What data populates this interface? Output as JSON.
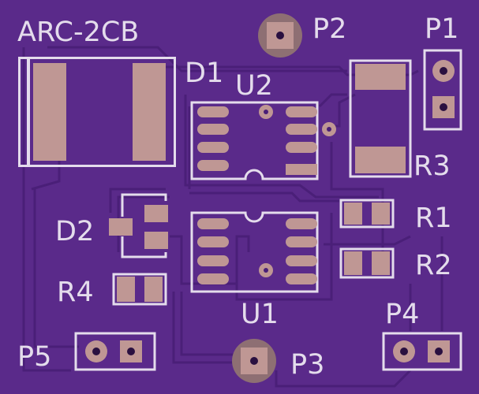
{
  "board": {
    "name": "ARC-2CB",
    "colors": {
      "board": "#5a2a8a",
      "trace": "#4a1f78",
      "pad": "#bf9794",
      "pad_dark": "#8e6f73",
      "silk": "#e4dcec",
      "hole": "#2a1040"
    }
  },
  "designators": {
    "P1": "P1",
    "P2": "P2",
    "P3": "P3",
    "P4": "P4",
    "P5": "P5",
    "D1": "D1",
    "D2": "D2",
    "U1": "U1",
    "U2": "U2",
    "R1": "R1",
    "R2": "R2",
    "R3": "R3",
    "R4": "R4"
  }
}
